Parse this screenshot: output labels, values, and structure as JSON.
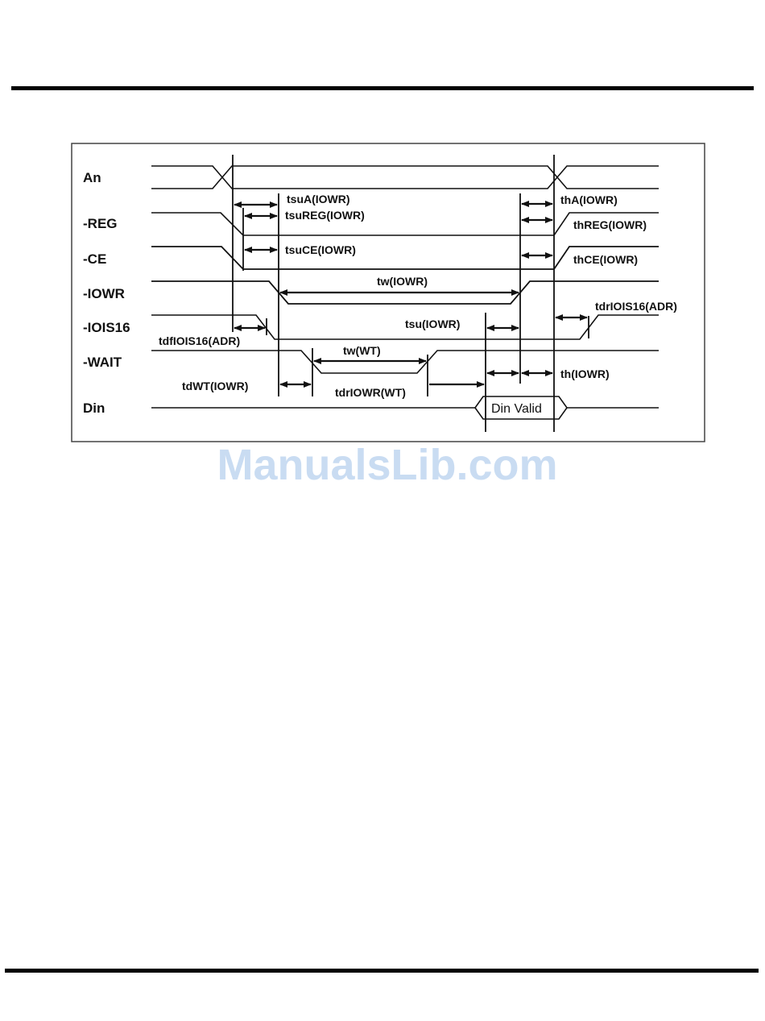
{
  "signals": {
    "an": "An",
    "reg": "-REG",
    "ce": "-CE",
    "iowr": "-IOWR",
    "iois16": "-IOIS16",
    "wait": "-WAIT",
    "din": "Din"
  },
  "timing_labels": {
    "tsuA": "tsuA(IOWR)",
    "tsuREG": "tsuREG(IOWR)",
    "tsuCE": "tsuCE(IOWR)",
    "thA": "thA(IOWR)",
    "thREG": "thREG(IOWR)",
    "thCE": "thCE(IOWR)",
    "tw_iowr": "tw(IOWR)",
    "tdrIOIS16": "tdrIOIS16(ADR)",
    "tsu_iowr": "tsu(IOWR)",
    "tdfIOIS16": "tdfIOIS16(ADR)",
    "tw_wt": "tw(WT)",
    "th_iowr": "th(IOWR)",
    "tdWT": "tdWT(IOWR)",
    "tdrIOWR": "tdrIOWR(WT)"
  },
  "din_valid": "Din Valid",
  "watermark": "ManualsLib.com"
}
